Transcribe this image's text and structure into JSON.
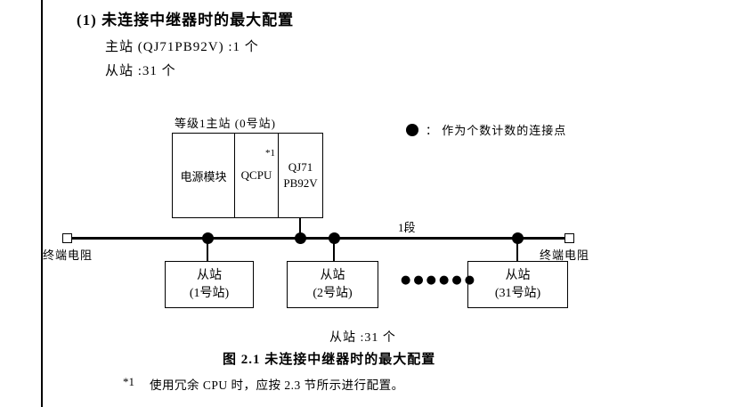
{
  "page": {
    "heading": "(1) 未连接中继器时的最大配置",
    "line1": "主站 (QJ71PB92V) :1 个",
    "line2": "从站 :31 个"
  },
  "diagram": {
    "master_label": "等级1主站 (0号站)",
    "master": {
      "power_module": "电源模块",
      "qcpu": "QCPU",
      "qcpu_note": "*1",
      "qj71_line1": "QJ71",
      "qj71_line2": "PB92V"
    },
    "legend_text": "：  作为个数计数的连接点",
    "segment_label": "1段",
    "terminator_label": "终端电阻",
    "slaves": [
      {
        "line1": "从站",
        "line2": "(1号站)"
      },
      {
        "line1": "从站",
        "line2": "(2号站)"
      },
      {
        "line1": "从站",
        "line2": "(31号站)"
      }
    ],
    "ellipsis": "●●●●●●",
    "slave_count": "从站 :31 个"
  },
  "caption": "图 2.1  未连接中继器时的最大配置",
  "footnote": {
    "marker": "*1",
    "text": "使用冗余 CPU 时，应按 2.3 节所示进行配置。"
  }
}
